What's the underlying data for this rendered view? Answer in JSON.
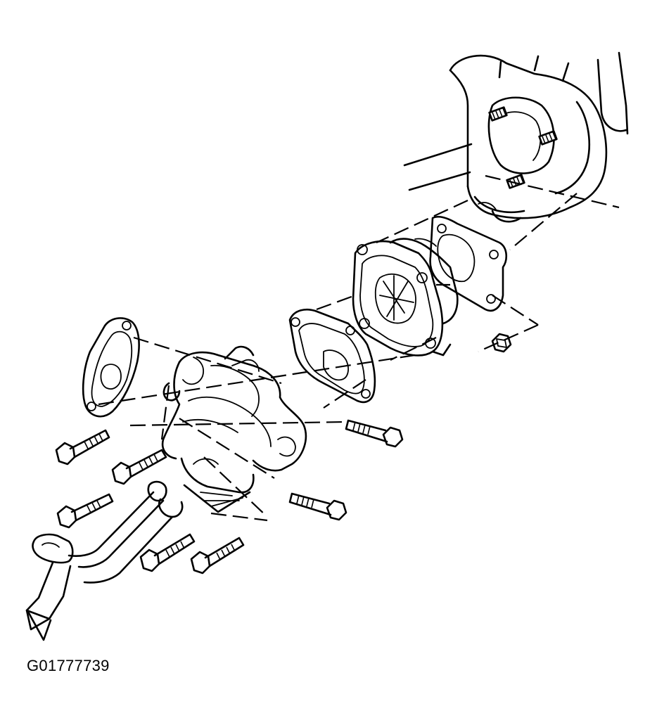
{
  "figure": {
    "id_label": "G01777739"
  },
  "parts": {
    "engine_block": "engine-block",
    "pump_gasket": "water-pump-gasket",
    "water_pump": "water-pump",
    "inlet_gasket": "inlet-gasket",
    "inlet_housing": "water-inlet-housing",
    "outlet_gasket": "outlet-gasket",
    "inlet_pipe": "water-inlet-pipe"
  },
  "colors": {
    "line": "#000000",
    "background": "#ffffff"
  }
}
